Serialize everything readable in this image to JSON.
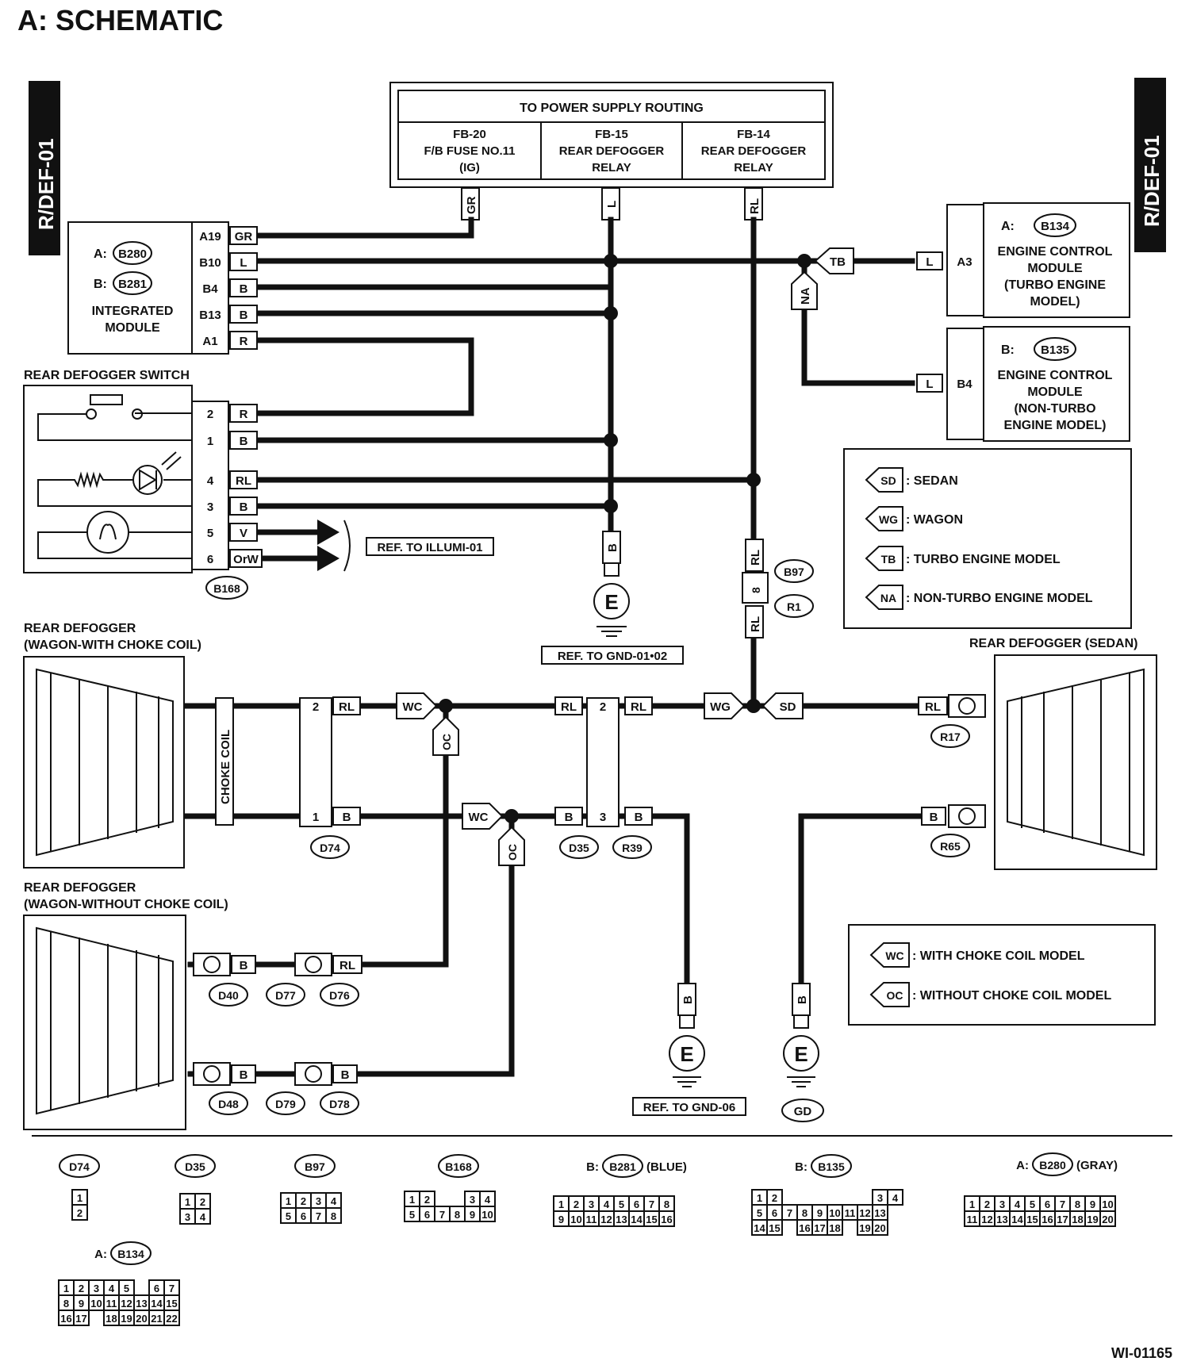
{
  "title": "A:  SCHEMATIC",
  "side_tag": "R/DEF-01",
  "figure_id": "WI-01165",
  "power": {
    "header": "TO POWER SUPPLY ROUTING",
    "fb20": [
      "FB-20",
      "F/B FUSE NO.11",
      "(IG)"
    ],
    "fb15": [
      "FB-15",
      "REAR DEFOGGER",
      "RELAY"
    ],
    "fb14": [
      "FB-14",
      "REAR DEFOGGER",
      "RELAY"
    ]
  },
  "integrated_module": {
    "conn_a_prefix": "A:",
    "conn_a": "B280",
    "conn_b_prefix": "B:",
    "conn_b": "B281",
    "name": [
      "INTEGRATED",
      "MODULE"
    ],
    "pins": [
      "A19",
      "B10",
      "B4",
      "B13",
      "A1"
    ],
    "wires": [
      "GR",
      "L",
      "B",
      "B",
      "R"
    ]
  },
  "switch": {
    "title": "REAR DEFOGGER SWITCH",
    "pins": [
      "2",
      "1",
      "4",
      "3",
      "5",
      "6"
    ],
    "wires": [
      "R",
      "B",
      "RL",
      "B",
      "V",
      "OrW"
    ],
    "connector": "B168",
    "ref": "REF. TO ILLUMI-01"
  },
  "ecm_a": {
    "prefix": "A:",
    "conn": "B134",
    "name": [
      "ENGINE CONTROL",
      "MODULE",
      "(TURBO ENGINE",
      "MODEL)"
    ],
    "pin": "A3",
    "wire": "L"
  },
  "ecm_b": {
    "prefix": "B:",
    "conn": "B135",
    "name": [
      "ENGINE CONTROL",
      "MODULE",
      "(NON-TURBO",
      "ENGINE MODEL)"
    ],
    "pin": "B4",
    "wire": "L"
  },
  "legend1": [
    {
      "tag": "SD",
      "label": ": SEDAN"
    },
    {
      "tag": "WG",
      "label": ": WAGON"
    },
    {
      "tag": "TB",
      "label": ": TURBO ENGINE MODEL"
    },
    {
      "tag": "NA",
      "label": ": NON-TURBO ENGINE MODEL"
    }
  ],
  "legend2": [
    {
      "tag": "WC",
      "label": ": WITH CHOKE COIL MODEL"
    },
    {
      "tag": "OC",
      "label": ": WITHOUT CHOKE COIL MODEL"
    }
  ],
  "tags": {
    "tb": "TB",
    "na": "NA",
    "wc": "WC",
    "oc": "OC",
    "wg": "WG",
    "sd": "SD"
  },
  "wire_vertical": {
    "gr": "GR",
    "l": "L",
    "rl": "RL",
    "b": "B"
  },
  "ground": {
    "e": "E",
    "ref1": "REF. TO GND-01•02",
    "ref2": "REF. TO GND-06",
    "gd": "GD"
  },
  "b97": {
    "c1": "B97",
    "c2": "R1",
    "pin": "8",
    "wire": "RL"
  },
  "defog_wagon_choke": {
    "title": [
      "REAR DEFOGGER",
      "(WAGON-WITH CHOKE COIL)"
    ],
    "choke": "CHOKE COIL"
  },
  "defog_wagon_nochoke": {
    "title": [
      "REAR DEFOGGER",
      "(WAGON-WITHOUT CHOKE COIL)"
    ]
  },
  "defog_sedan": {
    "title": "REAR DEFOGGER (SEDAN)"
  },
  "conn_d74": {
    "name": "D74",
    "pins": [
      "2",
      "1"
    ],
    "wires": [
      "RL",
      "B"
    ]
  },
  "conn_d35": {
    "name1": "D35",
    "name2": "R39",
    "pins": [
      "2",
      "3"
    ],
    "wires": [
      "RL",
      "B"
    ]
  },
  "conn_r17": {
    "name": "R17",
    "wire": "RL"
  },
  "conn_r65": {
    "name": "R65",
    "wire": "B"
  },
  "nochoke_row1": {
    "c1": "D40",
    "c2": "D77",
    "c3": "D76",
    "w1": "B",
    "w2": "RL"
  },
  "nochoke_row2": {
    "c1": "D48",
    "c2": "D79",
    "c3": "D78",
    "w1": "B",
    "w2": "B"
  },
  "pinouts": {
    "d74": {
      "name": "D74",
      "pins": [
        "1",
        "2"
      ]
    },
    "d35": {
      "name": "D35",
      "pins": [
        "1",
        "2",
        "3",
        "4"
      ]
    },
    "b97": {
      "name": "B97",
      "pins": [
        "1",
        "2",
        "3",
        "4",
        "5",
        "6",
        "7",
        "8"
      ]
    },
    "b168": {
      "name": "B168",
      "pins": [
        "1",
        "2",
        "3",
        "4",
        "5",
        "6",
        "7",
        "8",
        "9",
        "10"
      ]
    },
    "b281": {
      "prefix": "B:",
      "name": "B281",
      "suffix": "(BLUE)",
      "pins": [
        "1",
        "2",
        "3",
        "4",
        "5",
        "6",
        "7",
        "8",
        "9",
        "10",
        "11",
        "12",
        "13",
        "14",
        "15",
        "16"
      ]
    },
    "b135": {
      "prefix": "B:",
      "name": "B135",
      "pins": [
        "1",
        "2",
        "3",
        "4",
        "5",
        "6",
        "7",
        "8",
        "9",
        "10",
        "11",
        "12",
        "13",
        "14",
        "15",
        "16",
        "17",
        "18",
        "19",
        "20"
      ]
    },
    "b280": {
      "prefix": "A:",
      "name": "B280",
      "suffix": "(GRAY)",
      "pins": [
        "1",
        "2",
        "3",
        "4",
        "5",
        "6",
        "7",
        "8",
        "9",
        "10",
        "11",
        "12",
        "13",
        "14",
        "15",
        "16",
        "17",
        "18",
        "19",
        "20"
      ]
    },
    "b134": {
      "prefix": "A:",
      "name": "B134",
      "pins": [
        "1",
        "2",
        "3",
        "4",
        "5",
        "6",
        "7",
        "8",
        "9",
        "10",
        "11",
        "12",
        "13",
        "14",
        "15",
        "16",
        "17",
        "18",
        "19",
        "20",
        "21",
        "22"
      ]
    }
  }
}
